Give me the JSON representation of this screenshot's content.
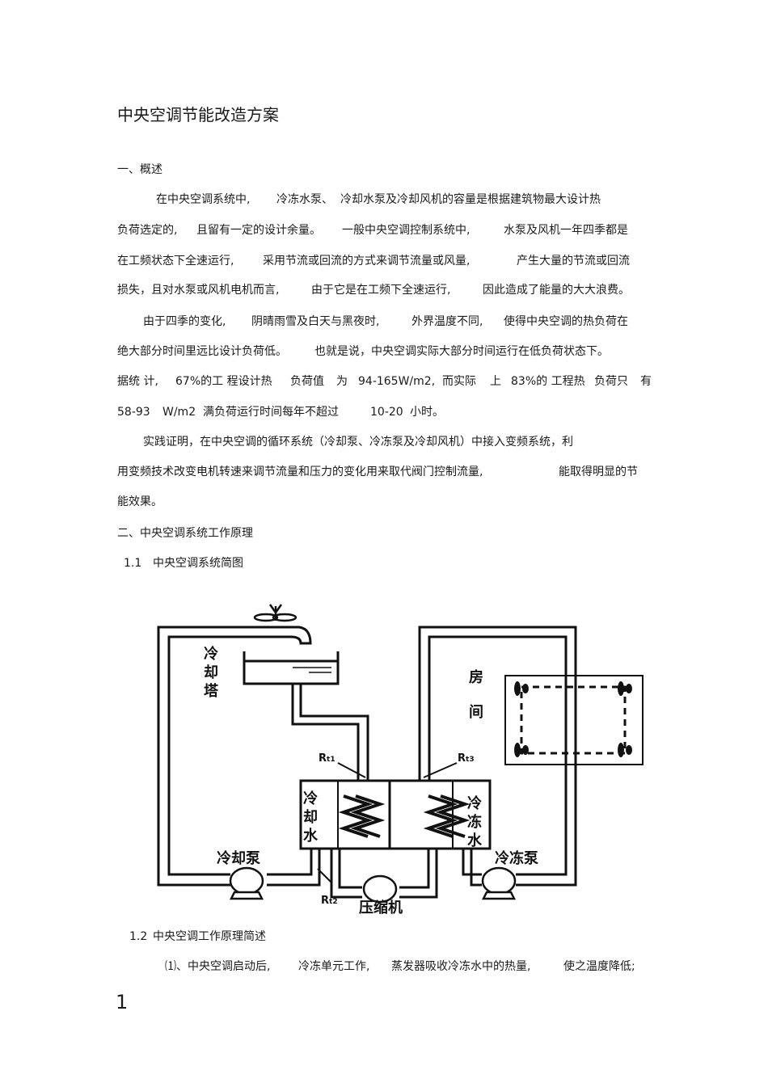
{
  "title": "中央空调节能改造方案",
  "section1_heading": "一、概述",
  "p1": [
    [
      "在中央空调系统中,",
      "冷冻水泵、",
      "冷却水泵及冷却风机的容量是根据建筑物最大设计热"
    ],
    [
      "负荷选定的,",
      "且留有一定的设计余量。",
      "一般中央空调控制系统中,",
      "水泵及风机一年四季都是"
    ],
    [
      "在工频状态下全速运行,",
      "采用节流或回流的方式来调节流量或风量,",
      "产生大量的节流或回流"
    ],
    [
      "损失，且对水泵或风机电机而言,",
      "由于它是在工频下全速运行,",
      "因此造成了能量的大大浪费。"
    ]
  ],
  "p2": [
    [
      "由于四季的变化,",
      "阴晴雨雪及白天与黑夜时,",
      "外界温度不同,",
      "使得中央空调的热负荷在"
    ],
    [
      "绝大部分时间里远比设计负荷低。",
      "也就是说，中央空调实际大部分时间运行在低负荷状态下。"
    ],
    [
      "据统 计,",
      "67%的工 程设计热",
      "负荷值",
      "为",
      "94-165W/m2,",
      "而实际",
      "上",
      "83%的 工程热",
      "负荷只",
      "有"
    ],
    [
      "58-93",
      "W/m2",
      "满负荷运行时间每年不超过",
      "10-20",
      "小时。"
    ]
  ],
  "p3": [
    [
      "实践证明，在中央空调的循环系统（冷却泵、冷冻泵及冷却风机）中接入变频系统，利"
    ],
    [
      "用变频技术改变电机转速来调节流量和压力的变化用来取代阀门控制流量,",
      "能取得明显的节"
    ],
    [
      "能效果。"
    ]
  ],
  "section2_heading": "二、中央空调系统工作原理",
  "sub1_num": "1.1",
  "sub1_title": "中央空调系统简图",
  "diagram": {
    "cooling_tower_label": [
      "冷",
      "却",
      "塔"
    ],
    "room_label": [
      "房",
      "间"
    ],
    "cooling_water_label": [
      "冷",
      "却",
      "水"
    ],
    "chilled_water_label": [
      "冷",
      "冻",
      "水"
    ],
    "cooling_pump_label": "冷却泵",
    "chilled_pump_label": "冷冻泵",
    "compressor_label": "压缩机",
    "sensors": {
      "rt1": "t1",
      "rt2": "t2",
      "rt3": "t3",
      "prefix": "R"
    }
  },
  "sub2_num": "1.2",
  "sub2_title": "中央空调工作原理简述",
  "last_line": [
    "⑴、中央空调启动后,",
    "冷冻单元工作,",
    "蒸发器吸收冷冻水中的热量,",
    "使之温度降低;"
  ],
  "page_number": "1"
}
